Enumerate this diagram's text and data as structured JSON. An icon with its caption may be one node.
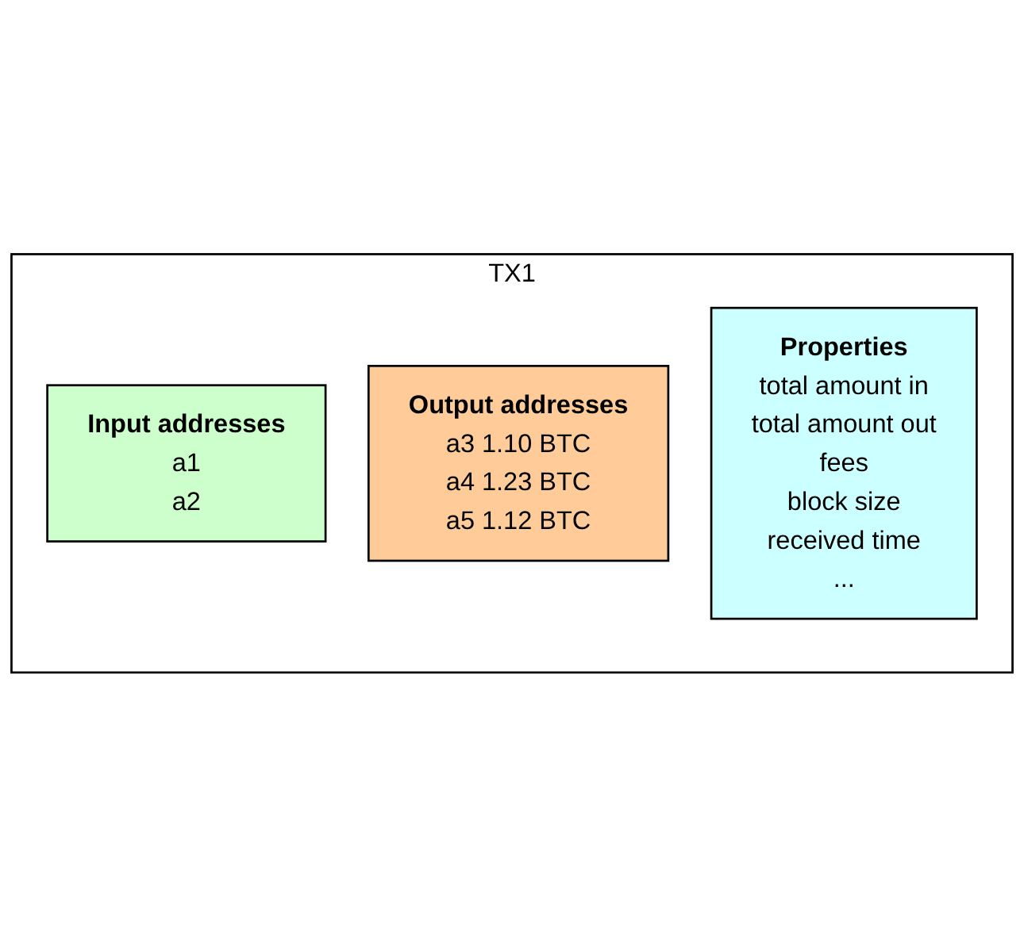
{
  "diagram": {
    "nodes": [
      {
        "text": [
          "TX1"
        ]
      },
      {
        "text": [
          "Input addresses",
          "a1",
          "a2"
        ],
        "in": 0
      },
      {
        "text": [
          "Output addresses",
          "a3  1.10 BTC",
          "a4  1.23 BTC",
          "a5  1.12 BTC"
        ],
        "in": 0
      },
      {
        "text": [
          "Properties",
          "total amount in",
          "total amount out",
          "fees",
          "block size",
          "received time",
          "..."
        ],
        "in": 0
      }
    ]
  }
}
